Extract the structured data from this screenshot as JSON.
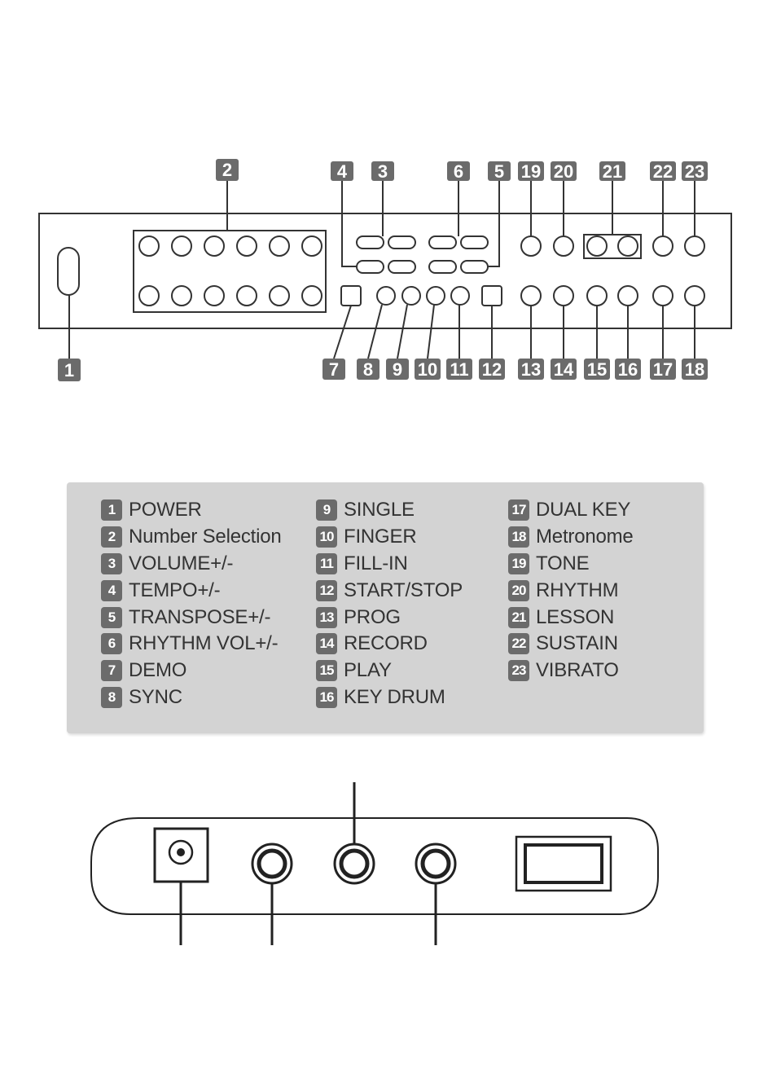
{
  "callouts": {
    "n1": "1",
    "n2": "2",
    "n3": "3",
    "n4": "4",
    "n5": "5",
    "n6": "6",
    "n7": "7",
    "n8": "8",
    "n9": "9",
    "n10": "10",
    "n11": "11",
    "n12": "12",
    "n13": "13",
    "n14": "14",
    "n15": "15",
    "n16": "16",
    "n17": "17",
    "n18": "18",
    "n19": "19",
    "n20": "20",
    "n21": "21",
    "n22": "22",
    "n23": "23"
  },
  "legend": {
    "col1": [
      {
        "num": "1",
        "label": "POWER"
      },
      {
        "num": "2",
        "label": "Number Selection"
      },
      {
        "num": "3",
        "label": "VOLUME+/-"
      },
      {
        "num": "4",
        "label": "TEMPO+/-"
      },
      {
        "num": "5",
        "label": "TRANSPOSE+/-"
      },
      {
        "num": "6",
        "label": "RHYTHM VOL+/-"
      },
      {
        "num": "7",
        "label": "DEMO"
      },
      {
        "num": "8",
        "label": "SYNC"
      }
    ],
    "col2": [
      {
        "num": "9",
        "label": "SINGLE"
      },
      {
        "num": "10",
        "label": "FINGER"
      },
      {
        "num": "11",
        "label": "FILL-IN"
      },
      {
        "num": "12",
        "label": "START/STOP"
      },
      {
        "num": "13",
        "label": "PROG"
      },
      {
        "num": "14",
        "label": "RECORD"
      },
      {
        "num": "15",
        "label": "PLAY"
      },
      {
        "num": "16",
        "label": "KEY DRUM"
      }
    ],
    "col3": [
      {
        "num": "17",
        "label": "DUAL KEY"
      },
      {
        "num": "18",
        "label": "Metronome"
      },
      {
        "num": "19",
        "label": "TONE"
      },
      {
        "num": "20",
        "label": "RHYTHM"
      },
      {
        "num": "21",
        "label": "LESSON"
      },
      {
        "num": "22",
        "label": "SUSTAIN"
      },
      {
        "num": "23",
        "label": "VIBRATO"
      }
    ]
  }
}
